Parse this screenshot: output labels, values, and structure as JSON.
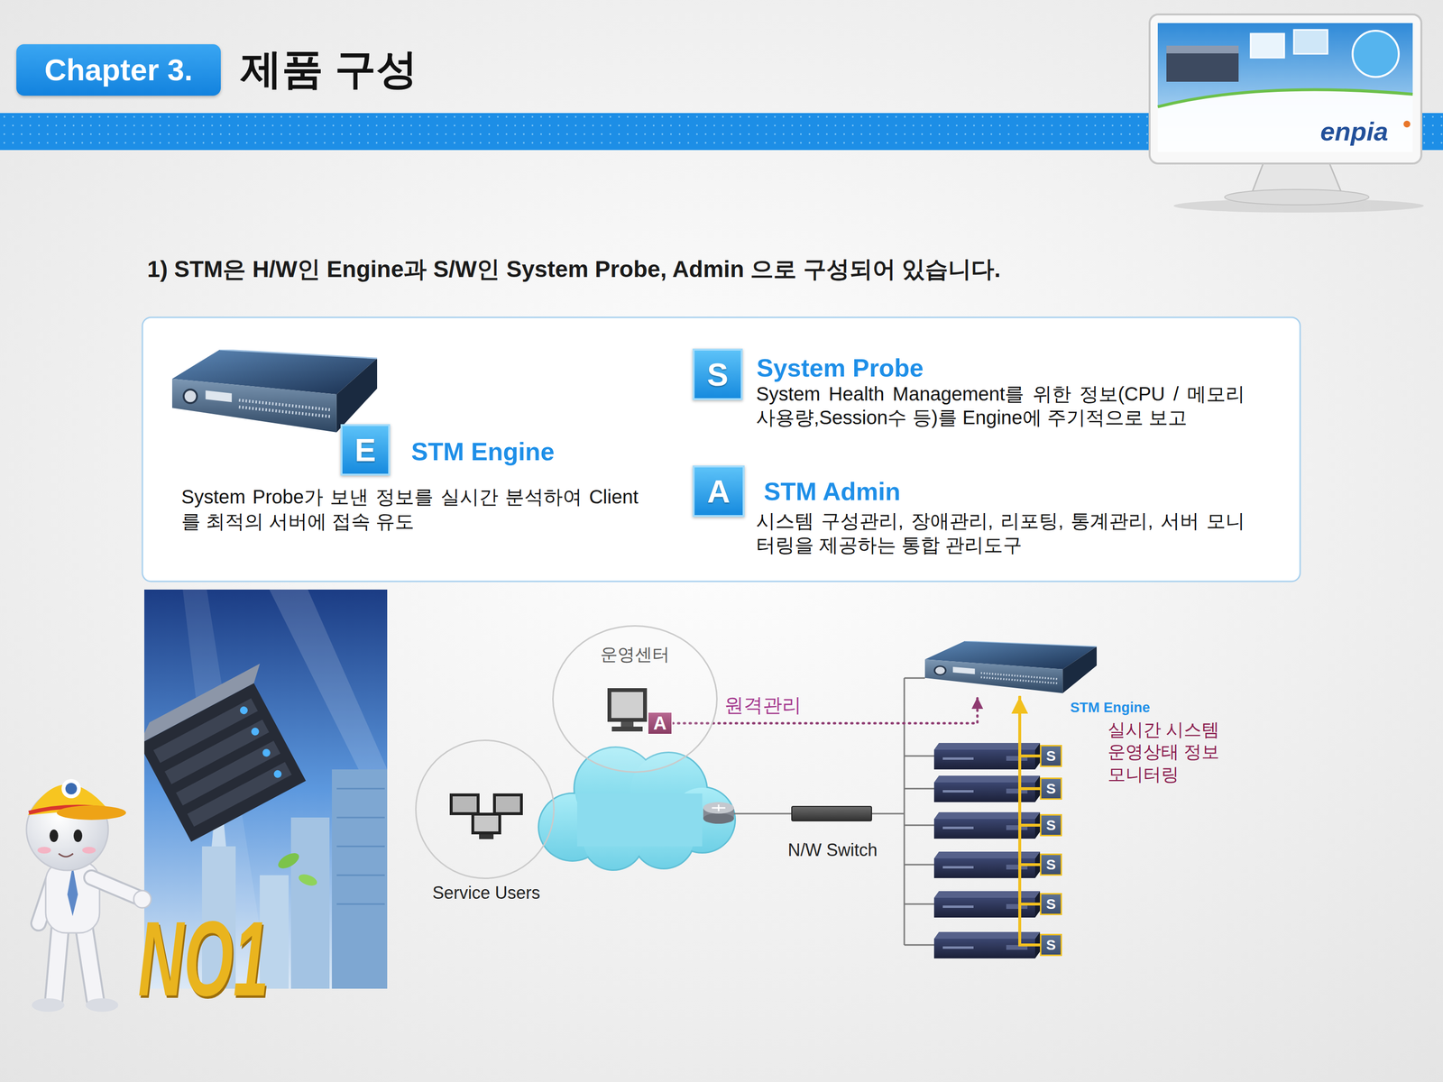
{
  "diagram": {
    "title": "제품 구성",
    "nodes": [
      {
        "text": [
          "Chapter 3."
        ]
      },
      {
        "text": [
          "E",
          "STM Engine"
        ]
      },
      {
        "text": [
          "S",
          "System Probe"
        ]
      },
      {
        "text": [
          "A",
          "STM Admin"
        ]
      },
      {
        "text": [
          "운영센터"
        ]
      },
      {
        "text": [
          "A"
        ],
        "in": 4
      },
      {
        "text": [
          "Service Users"
        ]
      },
      {
        "text": [
          "N/W Switch"
        ]
      },
      {
        "text": [
          "STM Engine"
        ]
      },
      {
        "text": [
          "S"
        ]
      },
      {
        "text": [
          "S"
        ]
      },
      {
        "text": [
          "S"
        ]
      },
      {
        "text": [
          "S"
        ]
      },
      {
        "text": [
          "S"
        ]
      },
      {
        "text": [
          "S"
        ]
      }
    ],
    "edges": [
      {
        "from": 5,
        "to": 8,
        "label": "원격관리",
        "arrow": "to"
      },
      {
        "from": 9,
        "to": 8,
        "arrow": "to"
      },
      {
        "from": 10,
        "to": 8,
        "arrow": "to"
      },
      {
        "from": 11,
        "to": 8,
        "arrow": "to"
      },
      {
        "from": 12,
        "to": 8,
        "arrow": "to"
      },
      {
        "from": 13,
        "to": 8,
        "arrow": "to"
      },
      {
        "from": 14,
        "to": 8,
        "arrow": "to"
      }
    ],
    "labels": [
      "1) STM은 H/W인 Engine과 S/W인 System Probe, Admin 으로 구성되어 있습니다.",
      "System Probe가 보낸 정보를 실시간 분석하여 Client 를 최적의 서버에 접속 유도",
      "System Health Management를 위한 정보(CPU / 메모리사용량,Session수 등)를 Engine에 주기적으로 보고",
      "시스템 구성관리, 장애관리, 리포팅, 통계관리, 서버 모니터링을 제공하는 통합 관리도구",
      "실시간 시스템 운영상태 정보 모니터링",
      "NO1",
      "enpia"
    ]
  }
}
